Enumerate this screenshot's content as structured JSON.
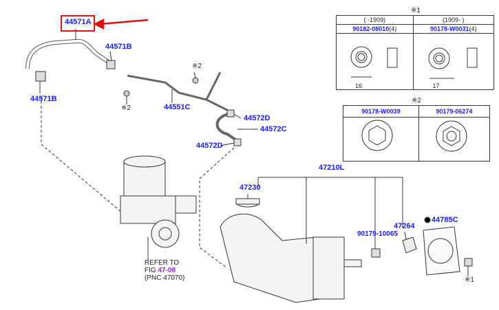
{
  "labels": {
    "p44571A": "44571A",
    "p44571B_top": "44571B",
    "p44571B_left": "44571B",
    "p44551C": "44551C",
    "p44572D_top": "44572D",
    "p44572C": "44572C",
    "p44572D_bottom": "44572D",
    "p47210L": "47210L",
    "p47230": "47230",
    "p90179_10065": "90179-10065",
    "p47264": "47264",
    "p44785C": "44785C",
    "note2_a": "※2",
    "note2_b": "※2",
    "note1": "※1"
  },
  "refer": {
    "line1": "REFER TO",
    "fig_prefix": "FIG",
    "fig_link": "47-08",
    "pnc": "(PNC 47070)"
  },
  "table1": {
    "title": "※1",
    "col1_range": "(       -1909)",
    "col2_range": "(1909-       )",
    "col1_part": "90182-08010",
    "col1_qty": "(4)",
    "col2_part": "90178-W0031",
    "col2_qty": "(4)",
    "col1_dim": "16",
    "col2_dim": "17"
  },
  "table2": {
    "title": "※2",
    "col1_part": "90178-W0039",
    "col2_part": "90179-06274"
  },
  "colors": {
    "link": "#1a1aff",
    "highlight": "#e01010",
    "fig_link": "#a020f0"
  }
}
